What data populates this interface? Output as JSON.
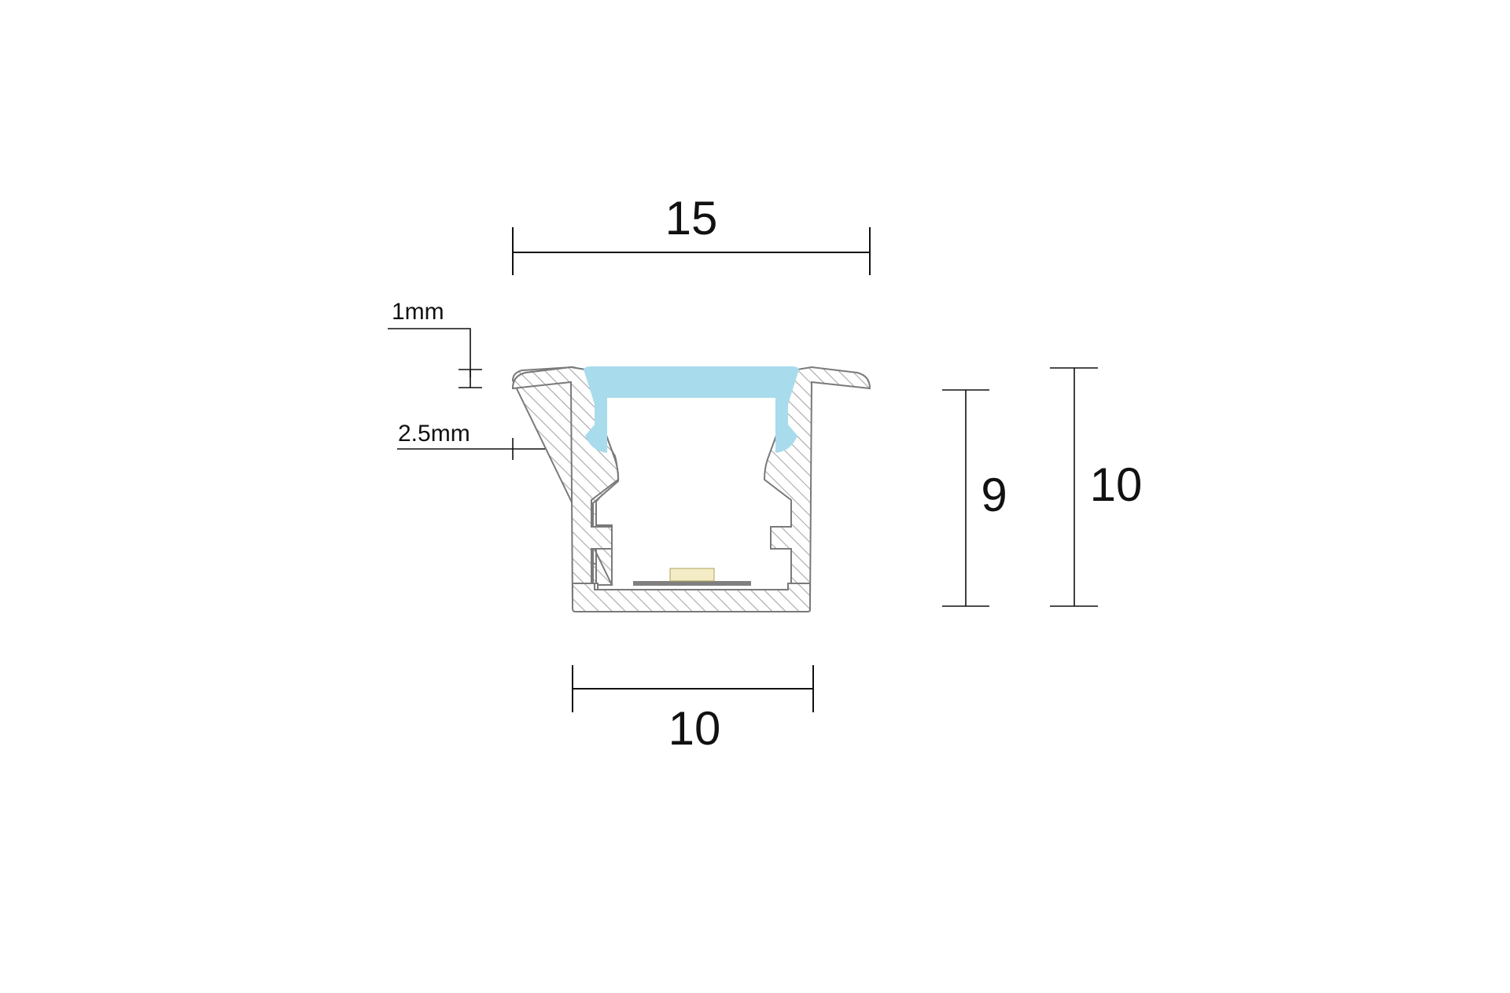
{
  "dimensions": {
    "top_width": "15",
    "bottom_width": "10",
    "inner_height": "9",
    "outer_height": "10",
    "lip_thickness": "1mm",
    "wall_thickness": "2.5mm"
  },
  "colors": {
    "background": "#ffffff",
    "dimension_line": "#111111",
    "profile_outline": "#7a7a7a",
    "profile_hatch": "#8a8a8a",
    "diffuser": "#a8dcec",
    "led_chip": "#f3ecc6",
    "led_strip": "#808080"
  }
}
